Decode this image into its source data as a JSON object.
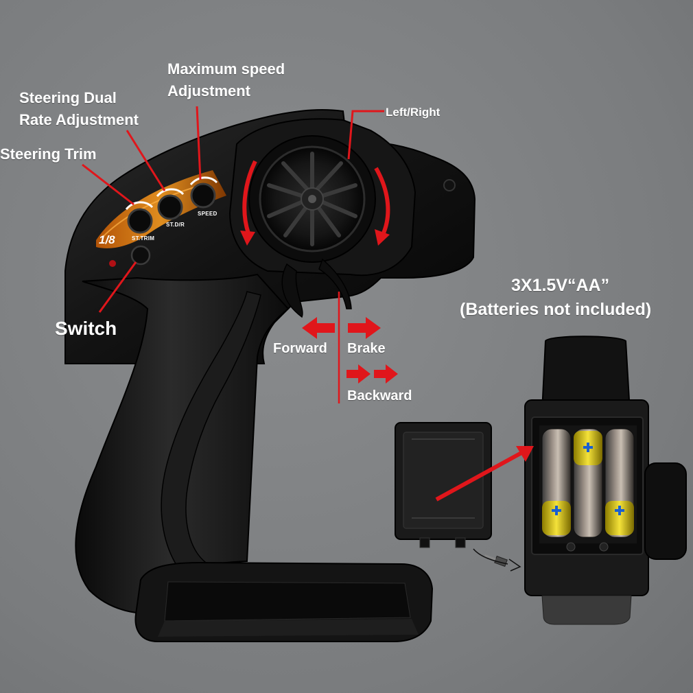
{
  "labels": {
    "max_speed_line1": "Maximum speed",
    "max_speed_line2": "Adjustment",
    "dual_rate_line1": "Steering Dual",
    "dual_rate_line2": "Rate Adjustment",
    "steering_trim": "Steering Trim",
    "left_right": "Left/Right",
    "switch": "Switch",
    "forward": "Forward",
    "brake": "Brake",
    "backward": "Backward",
    "battery_spec": "3X1.5V“AA”",
    "battery_note": "(Batteries not included)"
  },
  "controller_markings": {
    "scale_badge": "1/8",
    "knob_trim": "ST.TRIM",
    "knob_dual_rate": "ST.D/R",
    "knob_speed": "SPEED"
  },
  "colors": {
    "background": "#7c7e80",
    "indicator_red": "#e0161b",
    "body_black": "#141414",
    "accent_orange": "#f07a10",
    "battery_gold": "#e6d21e"
  },
  "icons": {
    "battery_plus": "plus-sign"
  }
}
